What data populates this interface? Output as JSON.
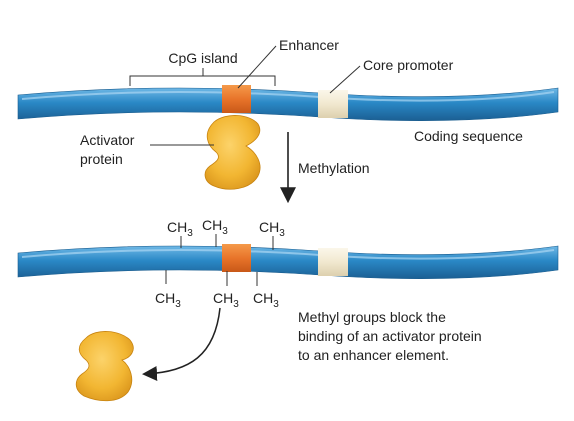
{
  "labels": {
    "cpg_island": "CpG island",
    "enhancer": "Enhancer",
    "core_promoter": "Core promoter",
    "coding_sequence": "Coding sequence",
    "activator_line1": "Activator",
    "activator_line2": "protein",
    "methylation": "Methylation",
    "note_line1": "Methyl groups block the",
    "note_line2": "binding of an activator protein",
    "note_line3": "to an enhancer element."
  },
  "methyl": {
    "ch": "CH",
    "sub": "3"
  },
  "colors": {
    "dna_blue": "#2a88c6",
    "enhancer_orange": "#ec7a2b",
    "promoter_beige": "#f3ecd6",
    "protein_gold": "#f2b632"
  }
}
